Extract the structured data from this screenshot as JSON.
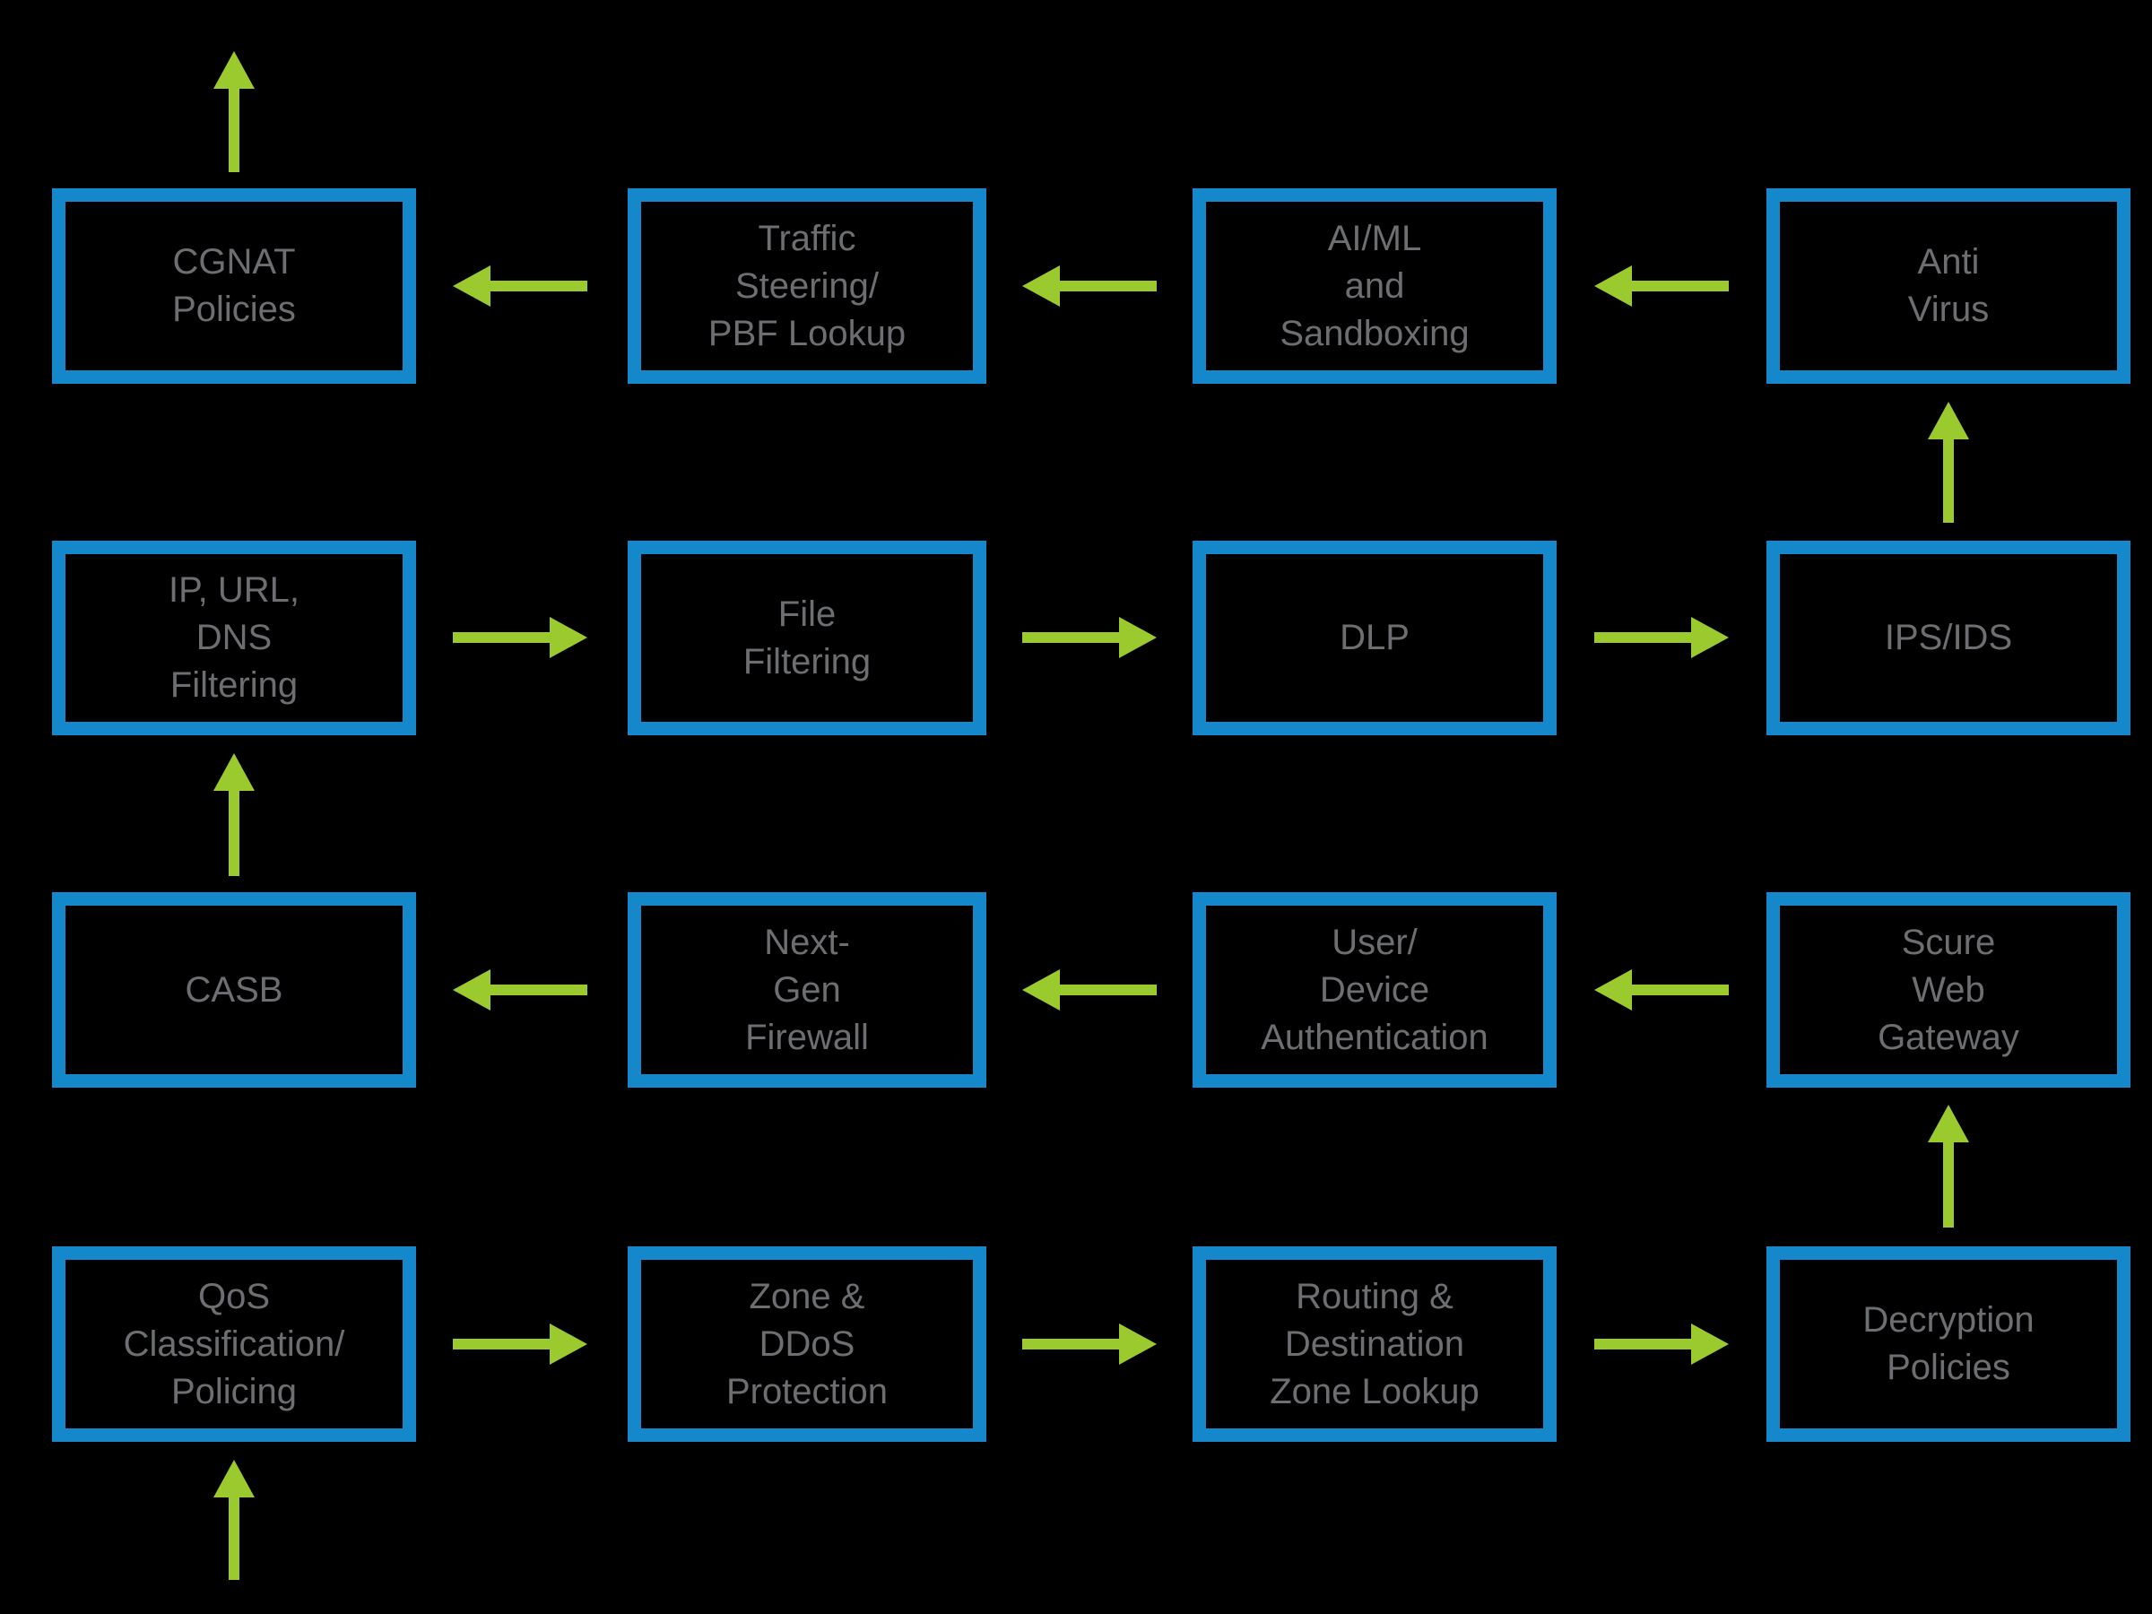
{
  "diagram": {
    "type": "flowchart",
    "description": "Serpentine packet-flow diagram of security processing stages; green arrows show traffic direction entering bottom-left and exiting top-left.",
    "colors": {
      "background": "#000000",
      "box_border": "#1587cb",
      "arrow": "#9bca2e",
      "label_text": "#6d6e71"
    },
    "nodes": {
      "cgnat_policies": {
        "label": "CGNAT\nPolicies"
      },
      "traffic_steering_pbf_lookup": {
        "label": "Traffic\nSteering/\nPBF Lookup"
      },
      "ai_ml_and_sandboxing": {
        "label": "AI/ML\nand\nSandboxing"
      },
      "anti_virus": {
        "label": "Anti\nVirus"
      },
      "ip_url_dns_filtering": {
        "label": "IP, URL,\nDNS\nFiltering"
      },
      "file_filtering": {
        "label": "File\nFiltering"
      },
      "dlp": {
        "label": "DLP"
      },
      "ips_ids": {
        "label": "IPS/IDS"
      },
      "casb": {
        "label": "CASB"
      },
      "next_gen_firewall": {
        "label": "Next-\nGen\nFirewall"
      },
      "user_device_authentication": {
        "label": "User/\nDevice\nAuthentication"
      },
      "secure_web_gateway": {
        "label": "Scure\nWeb\nGateway"
      },
      "qos_classification_policing": {
        "label": "QoS\nClassification/\nPolicing"
      },
      "zone_ddos_protection": {
        "label": "Zone &\nDDoS\nProtection"
      },
      "routing_destination_zone_lookup": {
        "label": "Routing &\nDestination\nZone Lookup"
      },
      "decryption_policies": {
        "label": "Decryption\nPolicies"
      }
    },
    "edges": [
      {
        "from": "external",
        "to": "qos_classification_policing",
        "direction": "up"
      },
      {
        "from": "qos_classification_policing",
        "to": "zone_ddos_protection",
        "direction": "right"
      },
      {
        "from": "zone_ddos_protection",
        "to": "routing_destination_zone_lookup",
        "direction": "right"
      },
      {
        "from": "routing_destination_zone_lookup",
        "to": "decryption_policies",
        "direction": "right"
      },
      {
        "from": "decryption_policies",
        "to": "secure_web_gateway",
        "direction": "up"
      },
      {
        "from": "secure_web_gateway",
        "to": "user_device_authentication",
        "direction": "left"
      },
      {
        "from": "user_device_authentication",
        "to": "next_gen_firewall",
        "direction": "left"
      },
      {
        "from": "next_gen_firewall",
        "to": "casb",
        "direction": "left"
      },
      {
        "from": "casb",
        "to": "ip_url_dns_filtering",
        "direction": "up"
      },
      {
        "from": "ip_url_dns_filtering",
        "to": "file_filtering",
        "direction": "right"
      },
      {
        "from": "file_filtering",
        "to": "dlp",
        "direction": "right"
      },
      {
        "from": "dlp",
        "to": "ips_ids",
        "direction": "right"
      },
      {
        "from": "ips_ids",
        "to": "anti_virus",
        "direction": "up"
      },
      {
        "from": "anti_virus",
        "to": "ai_ml_and_sandboxing",
        "direction": "left"
      },
      {
        "from": "ai_ml_and_sandboxing",
        "to": "traffic_steering_pbf_lookup",
        "direction": "left"
      },
      {
        "from": "traffic_steering_pbf_lookup",
        "to": "cgnat_policies",
        "direction": "left"
      },
      {
        "from": "cgnat_policies",
        "to": "external",
        "direction": "up"
      }
    ]
  }
}
